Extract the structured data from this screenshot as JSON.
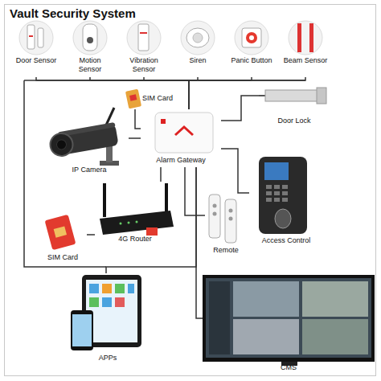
{
  "diagram": {
    "title": "Vault Security System",
    "nodes": [
      {
        "text": [
          "Door Sensor"
        ]
      },
      {
        "text": [
          "Motion Sensor"
        ]
      },
      {
        "text": [
          "Vibration Sensor"
        ]
      },
      {
        "text": [
          "Siren"
        ]
      },
      {
        "text": [
          "Panic Button"
        ]
      },
      {
        "text": [
          "Beam Sensor"
        ]
      },
      {
        "text": [
          "SIM Card"
        ]
      },
      {
        "text": [
          "IP Camera"
        ]
      },
      {
        "text": [
          "Alarm Gateway"
        ]
      },
      {
        "text": [
          "Door Lock"
        ]
      },
      {
        "text": [
          "Access Control"
        ]
      },
      {
        "text": [
          "4G Router"
        ]
      },
      {
        "text": [
          "SIM Card"
        ]
      },
      {
        "text": [
          "Remote"
        ]
      },
      {
        "text": [
          "APPs"
        ]
      },
      {
        "text": [
          "CMS"
        ]
      }
    ],
    "edges": [
      {
        "from": 0,
        "to": 8,
        "arrow": "none"
      },
      {
        "from": 1,
        "to": 8,
        "arrow": "none"
      },
      {
        "from": 2,
        "to": 8,
        "arrow": "none"
      },
      {
        "from": 3,
        "to": 8,
        "arrow": "none"
      },
      {
        "from": 4,
        "to": 8,
        "arrow": "none"
      },
      {
        "from": 5,
        "to": 8,
        "arrow": "none"
      },
      {
        "from": 6,
        "to": 8,
        "arrow": "none"
      },
      {
        "from": 7,
        "to": 8,
        "arrow": "none"
      },
      {
        "from": 8,
        "to": 9,
        "arrow": "none"
      },
      {
        "from": 8,
        "to": 10,
        "arrow": "none"
      },
      {
        "from": 8,
        "to": 11,
        "arrow": "none"
      },
      {
        "from": 11,
        "to": 12,
        "arrow": "none"
      },
      {
        "from": 8,
        "to": 13,
        "arrow": "none"
      },
      {
        "from": 8,
        "to": 14,
        "arrow": "none"
      },
      {
        "from": 8,
        "to": 15,
        "arrow": "none"
      }
    ]
  }
}
